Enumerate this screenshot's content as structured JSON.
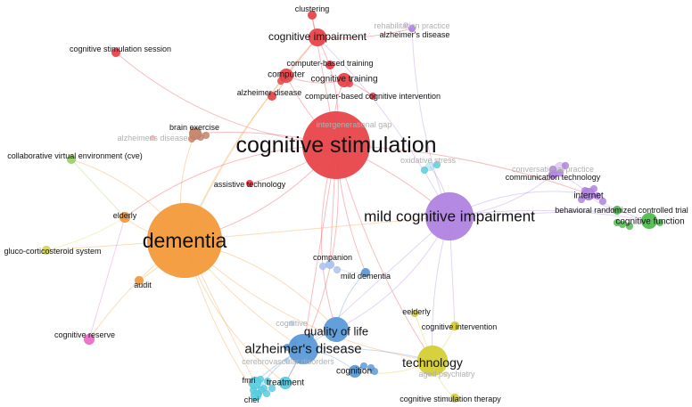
{
  "clusters": {
    "red": "#e8454a",
    "orange": "#f39a3a",
    "purple": "#b083e0",
    "blue": "#5b9bd9",
    "green": "#4fbf4f",
    "yellow": "#d6cf34",
    "cyan": "#58cde0",
    "brown": "#c58469",
    "pink": "#ec6ec9",
    "lightgreen": "#9ad46a",
    "lightblue": "#a9c3ee",
    "olive": "#d7d94f"
  },
  "nodes": [
    {
      "id": "cognitive-stimulation",
      "label": "cognitive stimulation",
      "cluster": "red",
      "faint": false
    },
    {
      "id": "dementia",
      "label": "dementia",
      "cluster": "orange",
      "faint": false
    },
    {
      "id": "mild-cognitive-impairment",
      "label": "mild cognitive impairment",
      "cluster": "purple",
      "faint": false
    },
    {
      "id": "alzheimers-disease-blue",
      "label": "alzheimer's disease",
      "cluster": "blue",
      "faint": false
    },
    {
      "id": "quality-of-life",
      "label": "quality of life",
      "cluster": "blue",
      "faint": false
    },
    {
      "id": "technology",
      "label": "technology",
      "cluster": "yellow",
      "faint": false
    },
    {
      "id": "cognitive-impairment",
      "label": "cognitive impairment",
      "cluster": "red",
      "faint": false
    },
    {
      "id": "clustering",
      "label": "clustering",
      "cluster": "red",
      "faint": false
    },
    {
      "id": "alzheimers-disease-top",
      "label": "alzheimer's disease",
      "cluster": "purple",
      "faint": false
    },
    {
      "id": "rehabilitation-practice",
      "label": "rehabilitation practice",
      "cluster": "purple",
      "faint": true
    },
    {
      "id": "computer-based-training",
      "label": "computer-based training",
      "cluster": "red",
      "faint": false
    },
    {
      "id": "computer",
      "label": "computer",
      "cluster": "red",
      "faint": false
    },
    {
      "id": "cognitive-training",
      "label": "cognitive training",
      "cluster": "red",
      "faint": false
    },
    {
      "id": "alzheimer-disease",
      "label": "alzheimer disease",
      "cluster": "red",
      "faint": false
    },
    {
      "id": "computer-based-cognitive-intervention",
      "label": "computer-based cognitive intervention",
      "cluster": "red",
      "faint": false
    },
    {
      "id": "cognitive-stimulation-session",
      "label": "cognitive stimulation session",
      "cluster": "red",
      "faint": false
    },
    {
      "id": "brain-exercise",
      "label": "brain exercise",
      "cluster": "brown",
      "faint": false
    },
    {
      "id": "alzheimers-disease-faint",
      "label": "alzheimer's disease",
      "cluster": "red",
      "faint": true
    },
    {
      "id": "intergenerational-gap",
      "label": "intergenerational gap",
      "cluster": "red",
      "faint": true
    },
    {
      "id": "oxidative-stress",
      "label": "oxidative stress",
      "cluster": "cyan",
      "faint": true
    },
    {
      "id": "conversational-practice",
      "label": "conversational practice",
      "cluster": "purple",
      "faint": true
    },
    {
      "id": "communication-technology",
      "label": "communication technology",
      "cluster": "purple",
      "faint": false
    },
    {
      "id": "internet",
      "label": "internet",
      "cluster": "purple",
      "faint": false
    },
    {
      "id": "behavioral-randomized-controlled-trial",
      "label": "behavioral randomized controlled trial",
      "cluster": "green",
      "faint": false
    },
    {
      "id": "cognitive-function",
      "label": "cognitive function",
      "cluster": "green",
      "faint": false
    },
    {
      "id": "collaborative-virtual-environment",
      "label": "collaborative virtual environment (cve)",
      "cluster": "lightgreen",
      "faint": false
    },
    {
      "id": "assistive-technology",
      "label": "assistive technology",
      "cluster": "red",
      "faint": false
    },
    {
      "id": "elderly",
      "label": "elderly",
      "cluster": "orange",
      "faint": false
    },
    {
      "id": "gluco-corticosteroid-system",
      "label": "gluco-corticosteroid system",
      "cluster": "olive",
      "faint": false
    },
    {
      "id": "audit",
      "label": "audit",
      "cluster": "orange",
      "faint": false
    },
    {
      "id": "companion",
      "label": "companion",
      "cluster": "lightblue",
      "faint": false
    },
    {
      "id": "mild-dementia",
      "label": "mild dementia",
      "cluster": "blue",
      "faint": false
    },
    {
      "id": "eelderly",
      "label": "eelderly",
      "cluster": "yellow",
      "faint": false
    },
    {
      "id": "cognitive-intervention",
      "label": "cognitive intervention",
      "cluster": "yellow",
      "faint": false
    },
    {
      "id": "cognitive-reserve",
      "label": "cognitive reserve",
      "cluster": "pink",
      "faint": false
    },
    {
      "id": "cognitive-faint",
      "label": "cognitive",
      "cluster": "blue",
      "faint": true
    },
    {
      "id": "cerebrovascular-disorders",
      "label": "cerebrovascular disorders",
      "cluster": "blue",
      "faint": true
    },
    {
      "id": "cognition",
      "label": "cognition",
      "cluster": "blue",
      "faint": false
    },
    {
      "id": "aged-psychiatry",
      "label": "aged psychiatry",
      "cluster": "yellow",
      "faint": true
    },
    {
      "id": "fmri",
      "label": "fmri",
      "cluster": "cyan",
      "faint": false
    },
    {
      "id": "treatment",
      "label": "treatment",
      "cluster": "cyan",
      "faint": false
    },
    {
      "id": "chei",
      "label": "chei",
      "cluster": "cyan",
      "faint": false
    },
    {
      "id": "cognitive-stimulation-therapy",
      "label": "cognitive stimulation therapy",
      "cluster": "yellow",
      "faint": false
    }
  ],
  "edges": [
    [
      "cognitive-stimulation",
      "dementia"
    ],
    [
      "cognitive-stimulation",
      "mild-cognitive-impairment"
    ],
    [
      "cognitive-stimulation",
      "alzheimers-disease-blue"
    ],
    [
      "cognitive-stimulation",
      "technology"
    ],
    [
      "cognitive-stimulation",
      "cognitive-impairment"
    ],
    [
      "cognitive-stimulation",
      "cognitive-training"
    ],
    [
      "cognitive-stimulation",
      "computer"
    ],
    [
      "cognitive-stimulation",
      "clustering"
    ],
    [
      "cognitive-stimulation",
      "brain-exercise"
    ],
    [
      "cognitive-stimulation",
      "quality-of-life"
    ],
    [
      "cognitive-stimulation",
      "cognitive-stimulation-session"
    ],
    [
      "cognitive-stimulation",
      "assistive-technology"
    ],
    [
      "cognitive-stimulation",
      "companion"
    ],
    [
      "cognitive-stimulation",
      "mild-dementia"
    ],
    [
      "cognitive-stimulation",
      "elderly"
    ],
    [
      "cognitive-stimulation",
      "treatment"
    ],
    [
      "cognitive-stimulation",
      "internet"
    ],
    [
      "dementia",
      "mild-cognitive-impairment"
    ],
    [
      "dementia",
      "alzheimers-disease-blue"
    ],
    [
      "dementia",
      "technology"
    ],
    [
      "dementia",
      "elderly"
    ],
    [
      "dementia",
      "audit"
    ],
    [
      "dementia",
      "gluco-corticosteroid-system"
    ],
    [
      "dementia",
      "cognitive-reserve"
    ],
    [
      "dementia",
      "collaborative-virtual-environment"
    ],
    [
      "dementia",
      "brain-exercise"
    ],
    [
      "dementia",
      "cognitive-impairment"
    ],
    [
      "dementia",
      "fmri"
    ],
    [
      "dementia",
      "chei"
    ],
    [
      "dementia",
      "treatment"
    ],
    [
      "dementia",
      "quality-of-life"
    ],
    [
      "dementia",
      "computer"
    ],
    [
      "mild-cognitive-impairment",
      "alzheimers-disease-blue"
    ],
    [
      "mild-cognitive-impairment",
      "technology"
    ],
    [
      "mild-cognitive-impairment",
      "communication-technology"
    ],
    [
      "mild-cognitive-impairment",
      "internet"
    ],
    [
      "mild-cognitive-impairment",
      "cognitive-function"
    ],
    [
      "mild-cognitive-impairment",
      "behavioral-randomized-controlled-trial"
    ],
    [
      "mild-cognitive-impairment",
      "cognitive-impairment"
    ],
    [
      "mild-cognitive-impairment",
      "oxidative-stress"
    ],
    [
      "mild-cognitive-impairment",
      "quality-of-life"
    ],
    [
      "mild-cognitive-impairment",
      "alzheimers-disease-top"
    ],
    [
      "mild-cognitive-impairment",
      "cognitive-intervention"
    ],
    [
      "internet",
      "cognitive-function"
    ],
    [
      "internet",
      "behavioral-randomized-controlled-trial"
    ],
    [
      "communication-technology",
      "internet"
    ],
    [
      "alzheimers-disease-blue",
      "quality-of-life"
    ],
    [
      "alzheimers-disease-blue",
      "treatment"
    ],
    [
      "alzheimers-disease-blue",
      "fmri"
    ],
    [
      "alzheimers-disease-blue",
      "chei"
    ],
    [
      "alzheimers-disease-blue",
      "cognition"
    ],
    [
      "alzheimers-disease-blue",
      "technology"
    ],
    [
      "technology",
      "eelderly"
    ],
    [
      "technology",
      "cognitive-intervention"
    ],
    [
      "technology",
      "cognitive-stimulation-therapy"
    ],
    [
      "technology",
      "cognition"
    ],
    [
      "cognitive-impairment",
      "clustering"
    ],
    [
      "cognitive-impairment",
      "computer"
    ],
    [
      "cognitive-impairment",
      "alzheimers-disease-top"
    ],
    [
      "computer",
      "cognitive-training"
    ],
    [
      "computer",
      "alzheimer-disease"
    ],
    [
      "cognitive-training",
      "computer-based-cognitive-intervention"
    ],
    [
      "collaborative-virtual-environment",
      "elderly"
    ],
    [
      "gluco-corticosteroid-system",
      "elderly"
    ],
    [
      "companion",
      "mild-dementia"
    ],
    [
      "quality-of-life",
      "mild-dementia"
    ],
    [
      "treatment",
      "fmri"
    ],
    [
      "cognitive-reserve",
      "elderly"
    ]
  ]
}
